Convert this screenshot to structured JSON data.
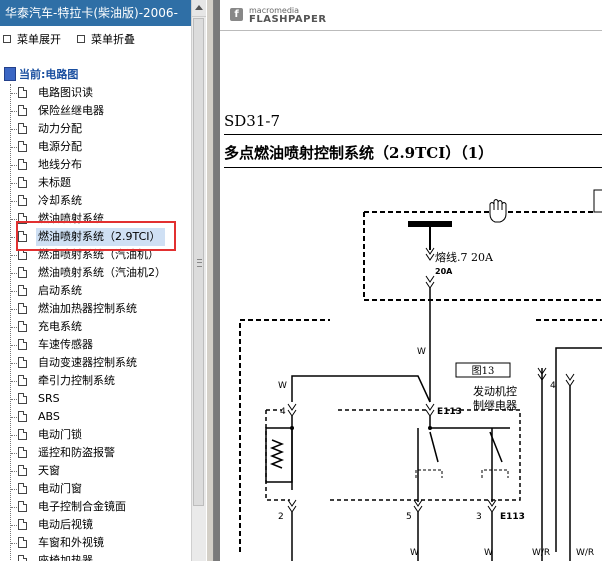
{
  "nav": {
    "title": "华泰汽车-特拉卡(柴油版)-2006-",
    "expand_label": "菜单展开",
    "collapse_label": "菜单折叠",
    "current_label": "当前:电路图",
    "items": [
      {
        "label": "电路图识读"
      },
      {
        "label": "保险丝继电器"
      },
      {
        "label": "动力分配"
      },
      {
        "label": "电源分配"
      },
      {
        "label": "地线分布"
      },
      {
        "label": "未标题"
      },
      {
        "label": "冷却系统"
      },
      {
        "label": "燃油喷射系统"
      },
      {
        "label": "燃油喷射系统（2.9TCI）"
      },
      {
        "label": "燃油喷射系统（汽油机）"
      },
      {
        "label": "燃油喷射系统（汽油机2）"
      },
      {
        "label": "启动系统"
      },
      {
        "label": "燃油加热器控制系统"
      },
      {
        "label": "充电系统"
      },
      {
        "label": "车速传感器"
      },
      {
        "label": "自动变速器控制系统"
      },
      {
        "label": "牵引力控制系统"
      },
      {
        "label": "SRS"
      },
      {
        "label": "ABS"
      },
      {
        "label": "电动门锁"
      },
      {
        "label": "遥控和防盗报警"
      },
      {
        "label": "天窗"
      },
      {
        "label": "电动门窗"
      },
      {
        "label": "电子控制合金镜面"
      },
      {
        "label": "电动后视镜"
      },
      {
        "label": "车窗和外视镜"
      },
      {
        "label": "座椅加热器"
      }
    ],
    "selected_index": 8
  },
  "viewer": {
    "brand_small": "macromedia",
    "brand_big": "FLASHPAPER",
    "logo_glyph": "f"
  },
  "document": {
    "code": "SD31-7",
    "title": "多点燃油喷射控制系统（2.9TCI）（1）",
    "fuse_label": "熔线.7 20A",
    "fuse_rating": "20A",
    "figure_ref": "图13",
    "relay_label_1": "发动机控",
    "relay_label_2": "制继电器",
    "connector_e113": "E113",
    "connector_e113_b": "E113",
    "wire_w_1": "W",
    "wire_w_2": "W",
    "wire_w_3": "W",
    "wire_w_4": "W",
    "wire_wr_1": "W/R",
    "wire_wr_2": "W/R",
    "pin_4a": "4",
    "pin_4b": "4",
    "pin_2": "2",
    "pin_5": "5",
    "pin_3": "3"
  },
  "colors": {
    "title_bar": "#2f6fa6",
    "selection_box": "#e23030",
    "root_label": "#1a4fa0"
  }
}
